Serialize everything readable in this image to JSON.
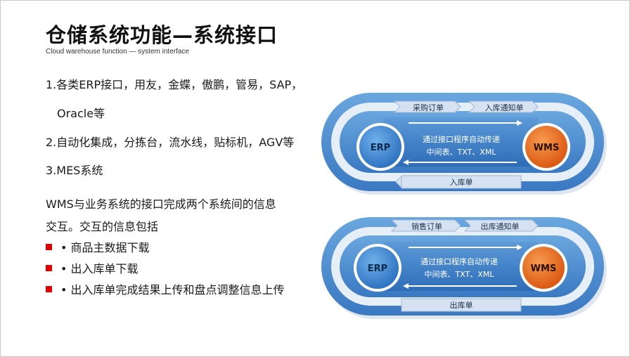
{
  "slide": {
    "title": "仓储系统功能—系统接口",
    "subtitle": "Cloud warehouse function — system interface",
    "items": [
      "1.各类ERP接口，用友，金蝶，傲鹏，管易，SAP，",
      "Oracle等",
      "2.自动化集成，分拣台，流水线，贴标机，AGV等",
      "3.MES系统"
    ],
    "paragraph": [
      "WMS与业务系统的接口完成两个系统间的信息",
      "交互。交互的信息包括"
    ],
    "bullets": [
      "• 商品主数据下载",
      "• 出入库单下载",
      "• 出入库单完成结果上传和盘点调整信息上传"
    ]
  },
  "diagrams": [
    {
      "erp_label": "ERP",
      "wms_label": "WMS",
      "top_labels": [
        "采购订单",
        "入库通知单"
      ],
      "bottom_label": "入库单",
      "center_text": [
        "通过接口程序自动传递",
        "中间表、TXT、XML"
      ]
    },
    {
      "erp_label": "ERP",
      "wms_label": "WMS",
      "top_labels": [
        "销售订单",
        "出库通知单"
      ],
      "bottom_label": "出库单",
      "center_text": [
        "通过接口程序自动传递",
        "中间表、TXT、XML"
      ]
    }
  ],
  "colors": {
    "ring": "#5b9bd5",
    "ring_dark": "#2f6db3",
    "erp": "#3f86cf",
    "wms": "#e8661c",
    "accent_red": "#e00000"
  }
}
